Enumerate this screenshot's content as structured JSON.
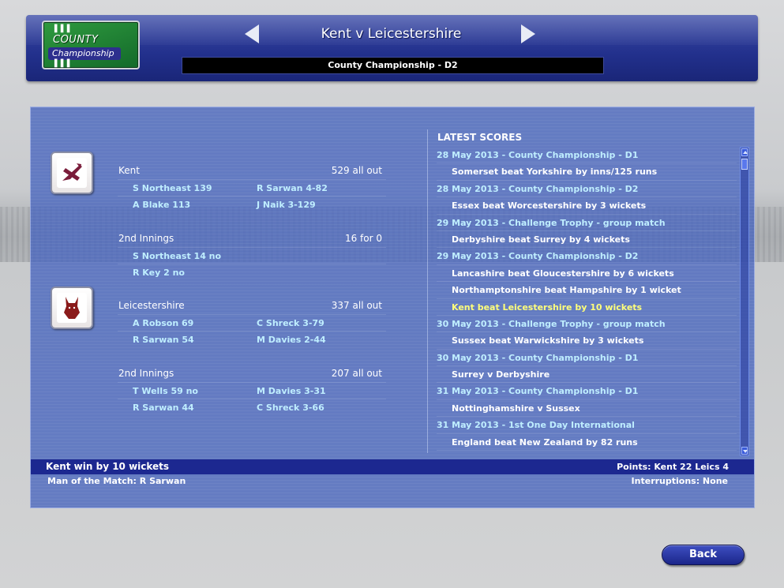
{
  "header": {
    "logo_line1": "COUNTY",
    "logo_line2": "Championship",
    "title": "Kent v Leicestershire",
    "competition": "County Championship - D2",
    "prev_icon": "left-arrow-icon",
    "next_icon": "right-arrow-icon"
  },
  "team1": {
    "crest_icon": "spitfire-plane-icon",
    "first_innings": {
      "name": "Kent",
      "score": "529 all out",
      "batting": [
        "S Northeast 139",
        "A Blake 113"
      ],
      "bowling": [
        "R Sarwan 4-82",
        "J Naik 3-129"
      ]
    },
    "second_innings": {
      "name": "2nd Innings",
      "score": "16 for 0",
      "batting": [
        "S Northeast 14 no",
        "R Key 2 no"
      ]
    }
  },
  "team2": {
    "crest_icon": "fox-icon",
    "first_innings": {
      "name": "Leicestershire",
      "score": "337 all out",
      "batting": [
        "A Robson 69",
        "R Sarwan 54"
      ],
      "bowling": [
        "C Shreck 3-79",
        "M Davies 2-44"
      ]
    },
    "second_innings": {
      "name": "2nd Innings",
      "score": "207 all out",
      "batting": [
        "T Wells 59 no",
        "R Sarwan 44"
      ],
      "bowling": [
        "M Davies 3-31",
        "C Shreck 3-66"
      ]
    }
  },
  "latest": {
    "heading": "LATEST SCORES",
    "lines": [
      {
        "type": "date",
        "text": "28 May 2013 - County Championship - D1"
      },
      {
        "type": "res",
        "text": "Somerset beat Yorkshire by inns/125 runs"
      },
      {
        "type": "date",
        "text": "28 May 2013 - County Championship - D2"
      },
      {
        "type": "res",
        "text": "Essex beat Worcestershire by 3 wickets"
      },
      {
        "type": "date",
        "text": "29 May 2013 - Challenge Trophy - group match"
      },
      {
        "type": "res",
        "text": "Derbyshire beat Surrey by 4 wickets"
      },
      {
        "type": "date",
        "text": "29 May 2013 - County Championship - D2"
      },
      {
        "type": "res",
        "text": "Lancashire beat Gloucestershire by 6 wickets"
      },
      {
        "type": "res",
        "text": "Northamptonshire beat Hampshire by 1 wicket"
      },
      {
        "type": "res hl",
        "text": "Kent beat Leicestershire by 10 wickets"
      },
      {
        "type": "date",
        "text": "30 May 2013 - Challenge Trophy - group match"
      },
      {
        "type": "res",
        "text": "Sussex beat Warwickshire by 3 wickets"
      },
      {
        "type": "date",
        "text": "30 May 2013 - County Championship - D1"
      },
      {
        "type": "res",
        "text": "Surrey v Derbyshire"
      },
      {
        "type": "date",
        "text": "31 May 2013 - County Championship - D1"
      },
      {
        "type": "res",
        "text": "Nottinghamshire v Sussex"
      },
      {
        "type": "date",
        "text": "31 May 2013 - 1st One Day International"
      },
      {
        "type": "res",
        "text": "England beat New Zealand by 82 runs"
      }
    ]
  },
  "footer": {
    "result": "Kent win by 10 wickets",
    "points": "Points:  Kent 22  Leics 4",
    "man_of_match": "Man of the Match: R Sarwan",
    "interruptions": "Interruptions: None"
  },
  "back_label": "Back",
  "colors": {
    "panel": "#4664be",
    "header": "#22308c",
    "player_text": "#bfeeff",
    "highlight": "#ffff7a"
  }
}
